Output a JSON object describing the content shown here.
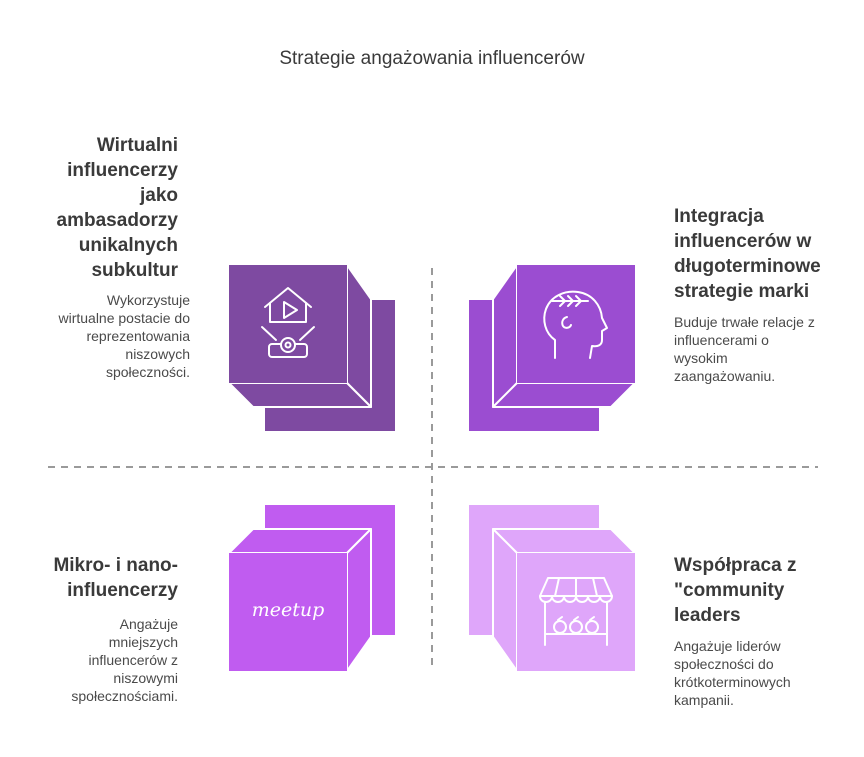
{
  "title": "Strategie angażowania influencerów",
  "quadrants": {
    "top_left": {
      "heading": "Wirtualni influencerzy jako ambasadorzy unikalnych subkultur",
      "description": "Wykorzystuje wirtualne postacie do reprezentowania niszowych społeczności.",
      "color": "#7e4aa1",
      "icon": "virtual-influencer-icon"
    },
    "top_right": {
      "heading": "Integracja influencerów w długoterminowe strategie marki",
      "description": "Buduje trwałe relacje z influencerami o wysokim zaangażowaniu.",
      "color": "#9b4dd1",
      "icon": "head-profile-icon"
    },
    "bottom_left": {
      "heading": "Mikro- i nano-influencerzy",
      "description": "Angażuje mniejszych influencerów z niszowymi społecznościami.",
      "color": "#c05cf0",
      "icon": "meetup-icon"
    },
    "bottom_right": {
      "heading": "Współpraca z \"community leaders",
      "description": "Angażuje liderów społeczności do krótkoterminowych kampanii.",
      "color": "#dfa6fa",
      "icon": "market-stall-icon"
    }
  },
  "icon_text": {
    "meetup": "meetup"
  }
}
